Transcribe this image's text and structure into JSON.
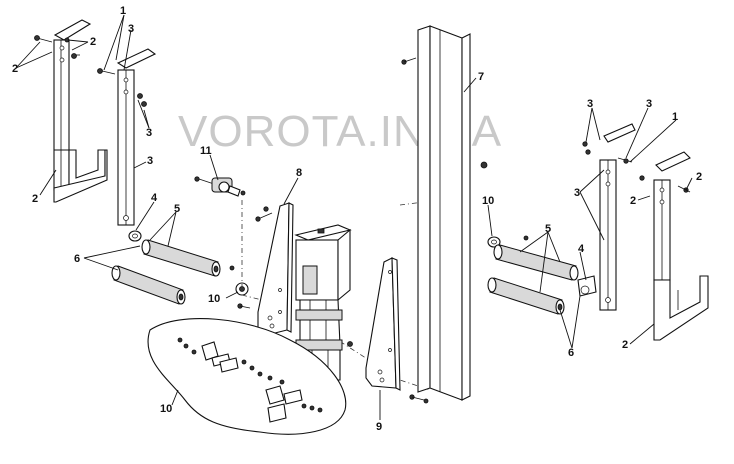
{
  "watermark": "VOROTA.IN.UA",
  "callouts": {
    "c1a": "1",
    "c1b": "1",
    "c2a": "2",
    "c2b": "2",
    "c2c": "2",
    "c2d": "2",
    "c2e": "2",
    "c2f": "2",
    "c3a": "3",
    "c3b": "3",
    "c3c": "3",
    "c3d": "3",
    "c3e": "3",
    "c3f": "3",
    "c4a": "4",
    "c4b": "4",
    "c5a": "5",
    "c5b": "5",
    "c6a": "6",
    "c6b": "6",
    "c7": "7",
    "c8": "8",
    "c9": "9",
    "c10a": "10",
    "c10b": "10",
    "c10c": "10",
    "c11": "11"
  }
}
